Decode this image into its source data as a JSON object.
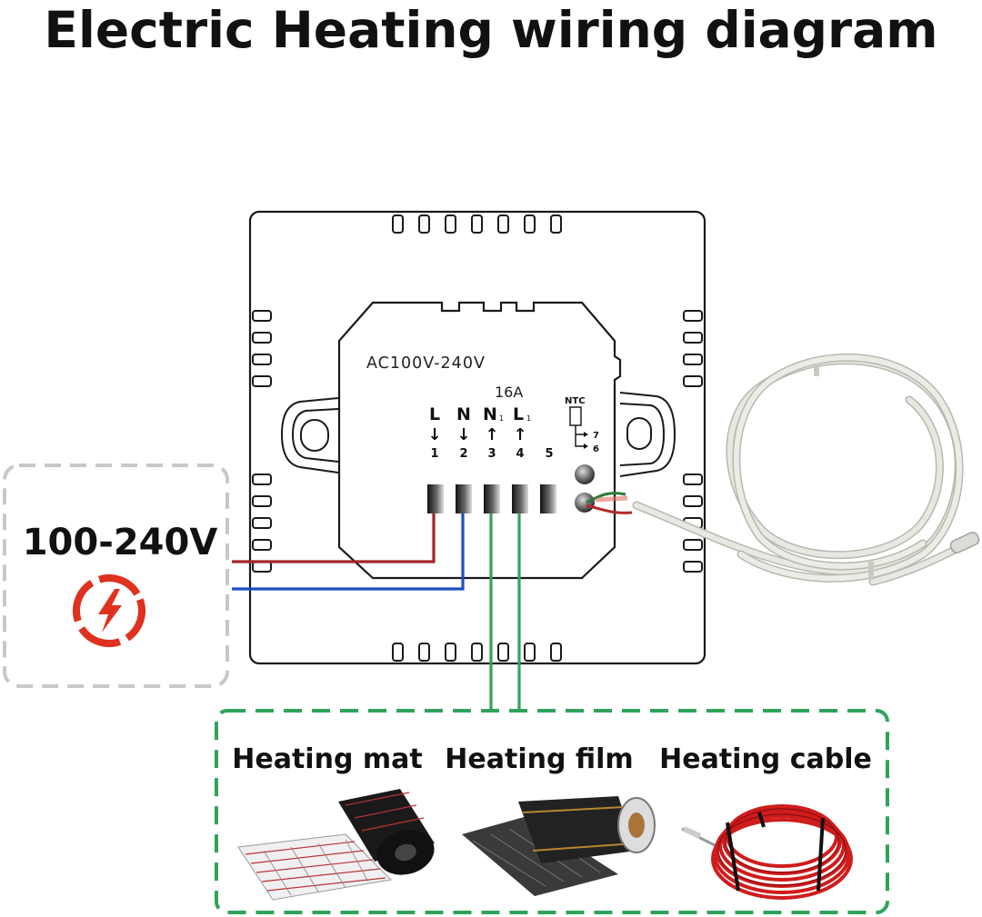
{
  "title": "Electric Heating wiring diagram",
  "device": {
    "voltage_label": "AC100V-240V",
    "current_label": "16A",
    "terminals": [
      {
        "label": "L",
        "sub": "",
        "arrow": "↓",
        "number": "1"
      },
      {
        "label": "N",
        "sub": "",
        "arrow": "↓",
        "number": "2"
      },
      {
        "label": "N",
        "sub": "1",
        "arrow": "↑",
        "number": "3"
      },
      {
        "label": "L",
        "sub": "1",
        "arrow": "↑",
        "number": "4"
      },
      {
        "label": "",
        "sub": "",
        "arrow": "",
        "number": "5"
      }
    ],
    "ntc": {
      "label": "NTC",
      "pin_7": "7",
      "pin_6": "6"
    }
  },
  "power": {
    "label": "100-240V",
    "icon": "electric-hazard-icon"
  },
  "loads": [
    {
      "label": "Heating mat",
      "icon": "heating-mat-roll-icon"
    },
    {
      "label": "Heating film",
      "icon": "heating-film-roll-icon"
    },
    {
      "label": "Heating  cable",
      "icon": "heating-cable-coil-icon"
    }
  ],
  "colors": {
    "live_wire": "#a3262a",
    "neutral_wire": "#1e4fc0",
    "load_wire": "#33a35a",
    "power_box_border": "#c8c8c8",
    "load_box_border": "#2fa35a",
    "hazard_icon": "#e0301e"
  }
}
